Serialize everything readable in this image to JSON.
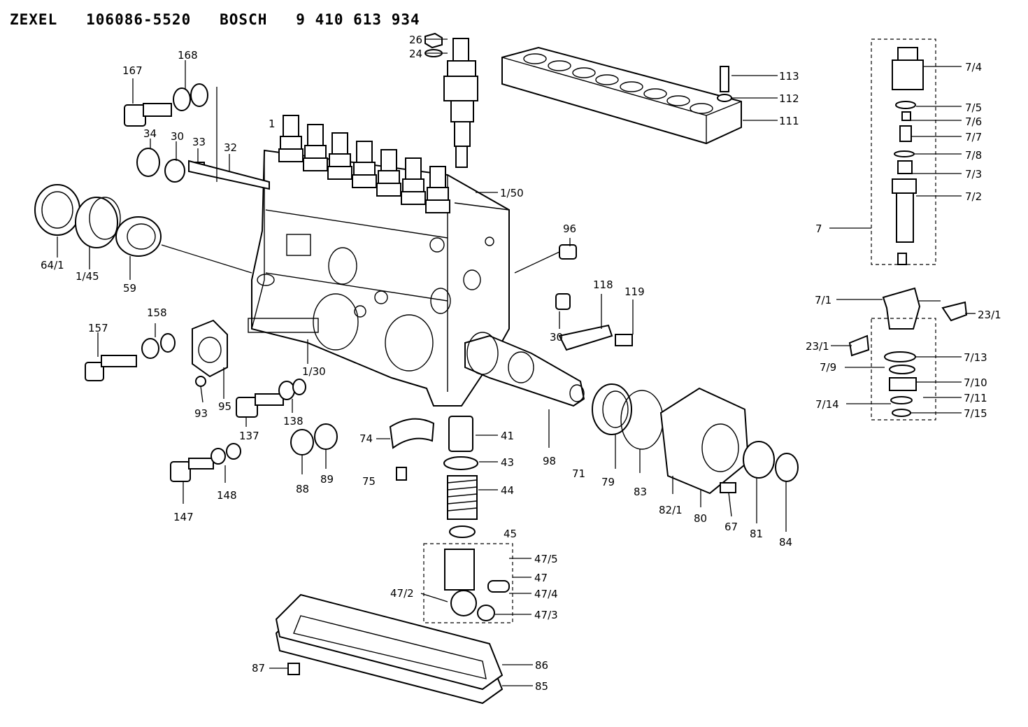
{
  "title": "ZEXEL   106086-5520   BOSCH   9 410 613 934",
  "part_labels": {
    "p1": "1",
    "p26": "26",
    "p24": "24",
    "p113": "113",
    "p112": "112",
    "p111": "111",
    "p168": "168",
    "p167": "167",
    "p34": "34",
    "p30a": "30",
    "p33": "33",
    "p32": "32",
    "p1_50": "1/50",
    "p64_1": "64/1",
    "p1_45": "1/45",
    "p59": "59",
    "p96": "96",
    "p118": "118",
    "p119": "119",
    "p30b": "30",
    "p158": "158",
    "p157": "157",
    "p1_30": "1/30",
    "p93": "93",
    "p95": "95",
    "p137": "137",
    "p138": "138",
    "p74": "74",
    "p41": "41",
    "p98": "98",
    "p71": "71",
    "p79": "79",
    "p83": "83",
    "p82_1": "82/1",
    "p80": "80",
    "p67": "67",
    "p81": "81",
    "p84": "84",
    "p43": "43",
    "p44": "44",
    "p45": "45",
    "p47_5": "47/5",
    "p47": "47",
    "p47_2": "47/2",
    "p47_4": "47/4",
    "p47_3": "47/3",
    "p88": "88",
    "p89": "89",
    "p75": "75",
    "p147": "147",
    "p148": "148",
    "p87": "87",
    "p86": "86",
    "p85": "85",
    "p7_4": "7/4",
    "p7_5": "7/5",
    "p7_6": "7/6",
    "p7_7": "7/7",
    "p7_8": "7/8",
    "p7_3": "7/3",
    "p7_2": "7/2",
    "p7": "7",
    "p7_1": "7/1",
    "p23_1a": "23/1",
    "p23_1b": "23/1",
    "p7_9": "7/9",
    "p7_13": "7/13",
    "p7_10": "7/10",
    "p7_11": "7/11",
    "p7_14": "7/14",
    "p7_15": "7/15"
  }
}
